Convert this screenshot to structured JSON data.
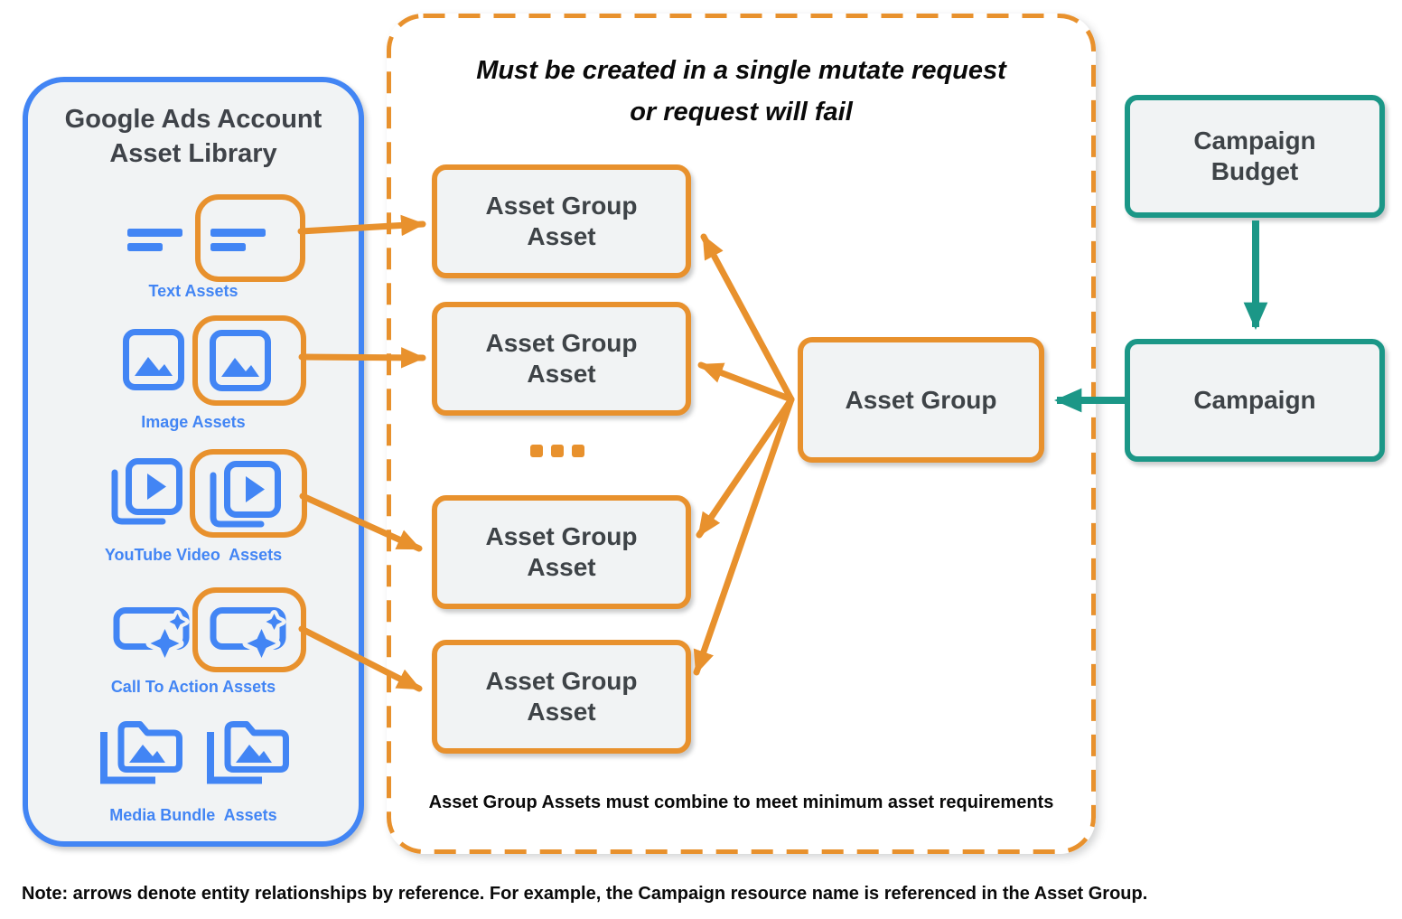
{
  "colors": {
    "blue": "#4285F4",
    "orange": "#E8912D",
    "teal": "#1B9787",
    "node_fill": "#F1F3F4",
    "dark_gray_text": "#3F4349",
    "black_text": "#0A0A0A",
    "background": "#FFFFFF"
  },
  "asset_library": {
    "title_lines": [
      "Google Ads Account",
      "Asset Library"
    ],
    "items": [
      {
        "label": "Text Assets",
        "icon": "text-asset-icon"
      },
      {
        "label": "Image Assets",
        "icon": "image-asset-icon"
      },
      {
        "label": "YouTube Video  Assets",
        "icon": "youtube-video-asset-icon"
      },
      {
        "label": "Call To Action Assets",
        "icon": "call-to-action-asset-icon"
      },
      {
        "label": "Media Bundle  Assets",
        "icon": "media-bundle-asset-icon"
      }
    ]
  },
  "mutate_group": {
    "title_lines": [
      "Must be created in a single mutate request",
      "or request will fail"
    ],
    "boxes": [
      {
        "line1": "Asset Group",
        "line2": "Asset"
      },
      {
        "line1": "Asset Group",
        "line2": "Asset"
      },
      {
        "line1": "Asset Group",
        "line2": "Asset"
      },
      {
        "line1": "Asset Group",
        "line2": "Asset"
      }
    ],
    "ellipsis": "...",
    "asset_group_label": "Asset Group",
    "footnote": "Asset Group Assets must combine to meet minimum asset requirements"
  },
  "campaign_budget": {
    "line1": "Campaign",
    "line2": "Budget"
  },
  "campaign": {
    "label": "Campaign"
  },
  "note": "Note: arrows denote entity relationships by reference. For example, the Campaign resource name is referenced in the Asset Group."
}
